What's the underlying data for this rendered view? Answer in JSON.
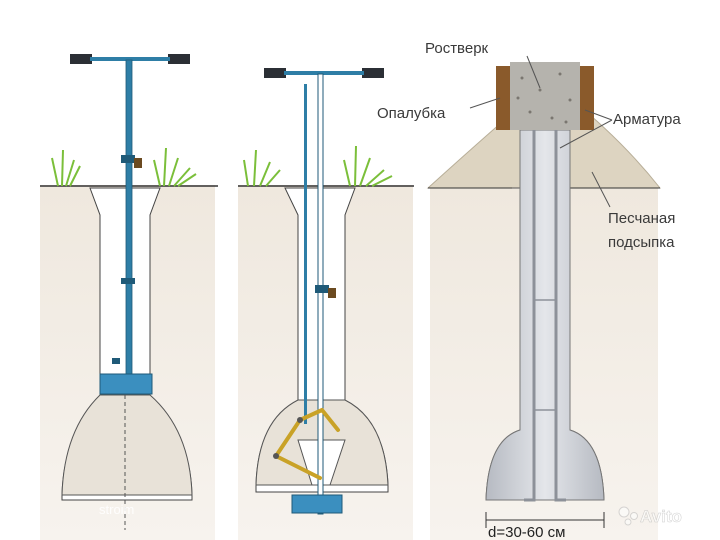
{
  "labels": {
    "rostverk": "Ростверк",
    "opalubka": "Опалубка",
    "armatura": "Арматура",
    "sand_line1": "Песчаная",
    "sand_line2": "подсыпка",
    "diameter": "d=30-60 см"
  },
  "watermarks": {
    "left": "stroim",
    "right": "Avito"
  },
  "colors": {
    "soil": "#e9e1d6",
    "concrete": "#c9ccd2",
    "sand": "#ddd4c1",
    "formwork": "#8a5a2b",
    "tool": "#2e7ea6",
    "grass": "#7bbf3a"
  }
}
